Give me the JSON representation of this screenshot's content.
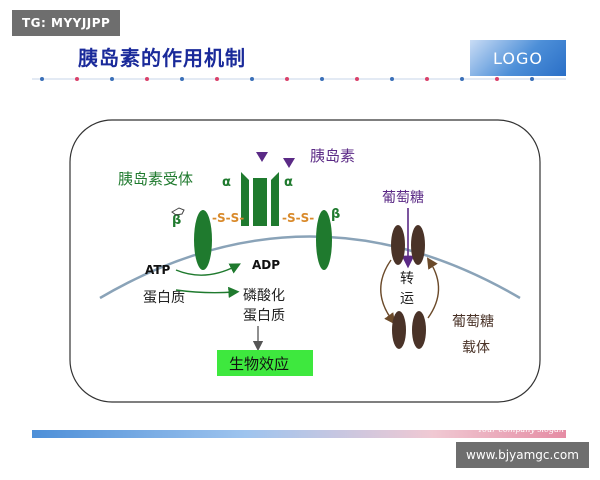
{
  "watermark": "TG: MYYJJPP",
  "slide": {
    "title": "胰岛素的作用机制",
    "logo": "LOGO",
    "footer_slogan": "Your company slogan"
  },
  "site_stamp": "www.bjyamgc.com",
  "diagram": {
    "receptor_label": "胰岛素受体",
    "alpha": "α",
    "beta": "β",
    "disulfide": "-S-S-",
    "insulin_label": "胰岛素",
    "atp": "ATP",
    "adp": "ADP",
    "protein": "蛋白质",
    "phosphorylated_line1": "磷酸化",
    "phosphorylated_line2": "蛋白质",
    "biological_effect": "生物效应",
    "glucose_top": "葡萄糖",
    "transport_char1": "转",
    "transport_char2": "运",
    "glucose_carrier_line1": "葡萄糖",
    "glucose_carrier_line2": "载体"
  },
  "colors": {
    "title": "#1a2a9a",
    "receptor_green": "#1f7a2e",
    "insulin_purple": "#5b2a86",
    "disulfide_orange": "#d98a2b",
    "carrier_brown": "#4a3328",
    "effect_box": "#3ee83e",
    "membrane": "#8aa3b8"
  }
}
